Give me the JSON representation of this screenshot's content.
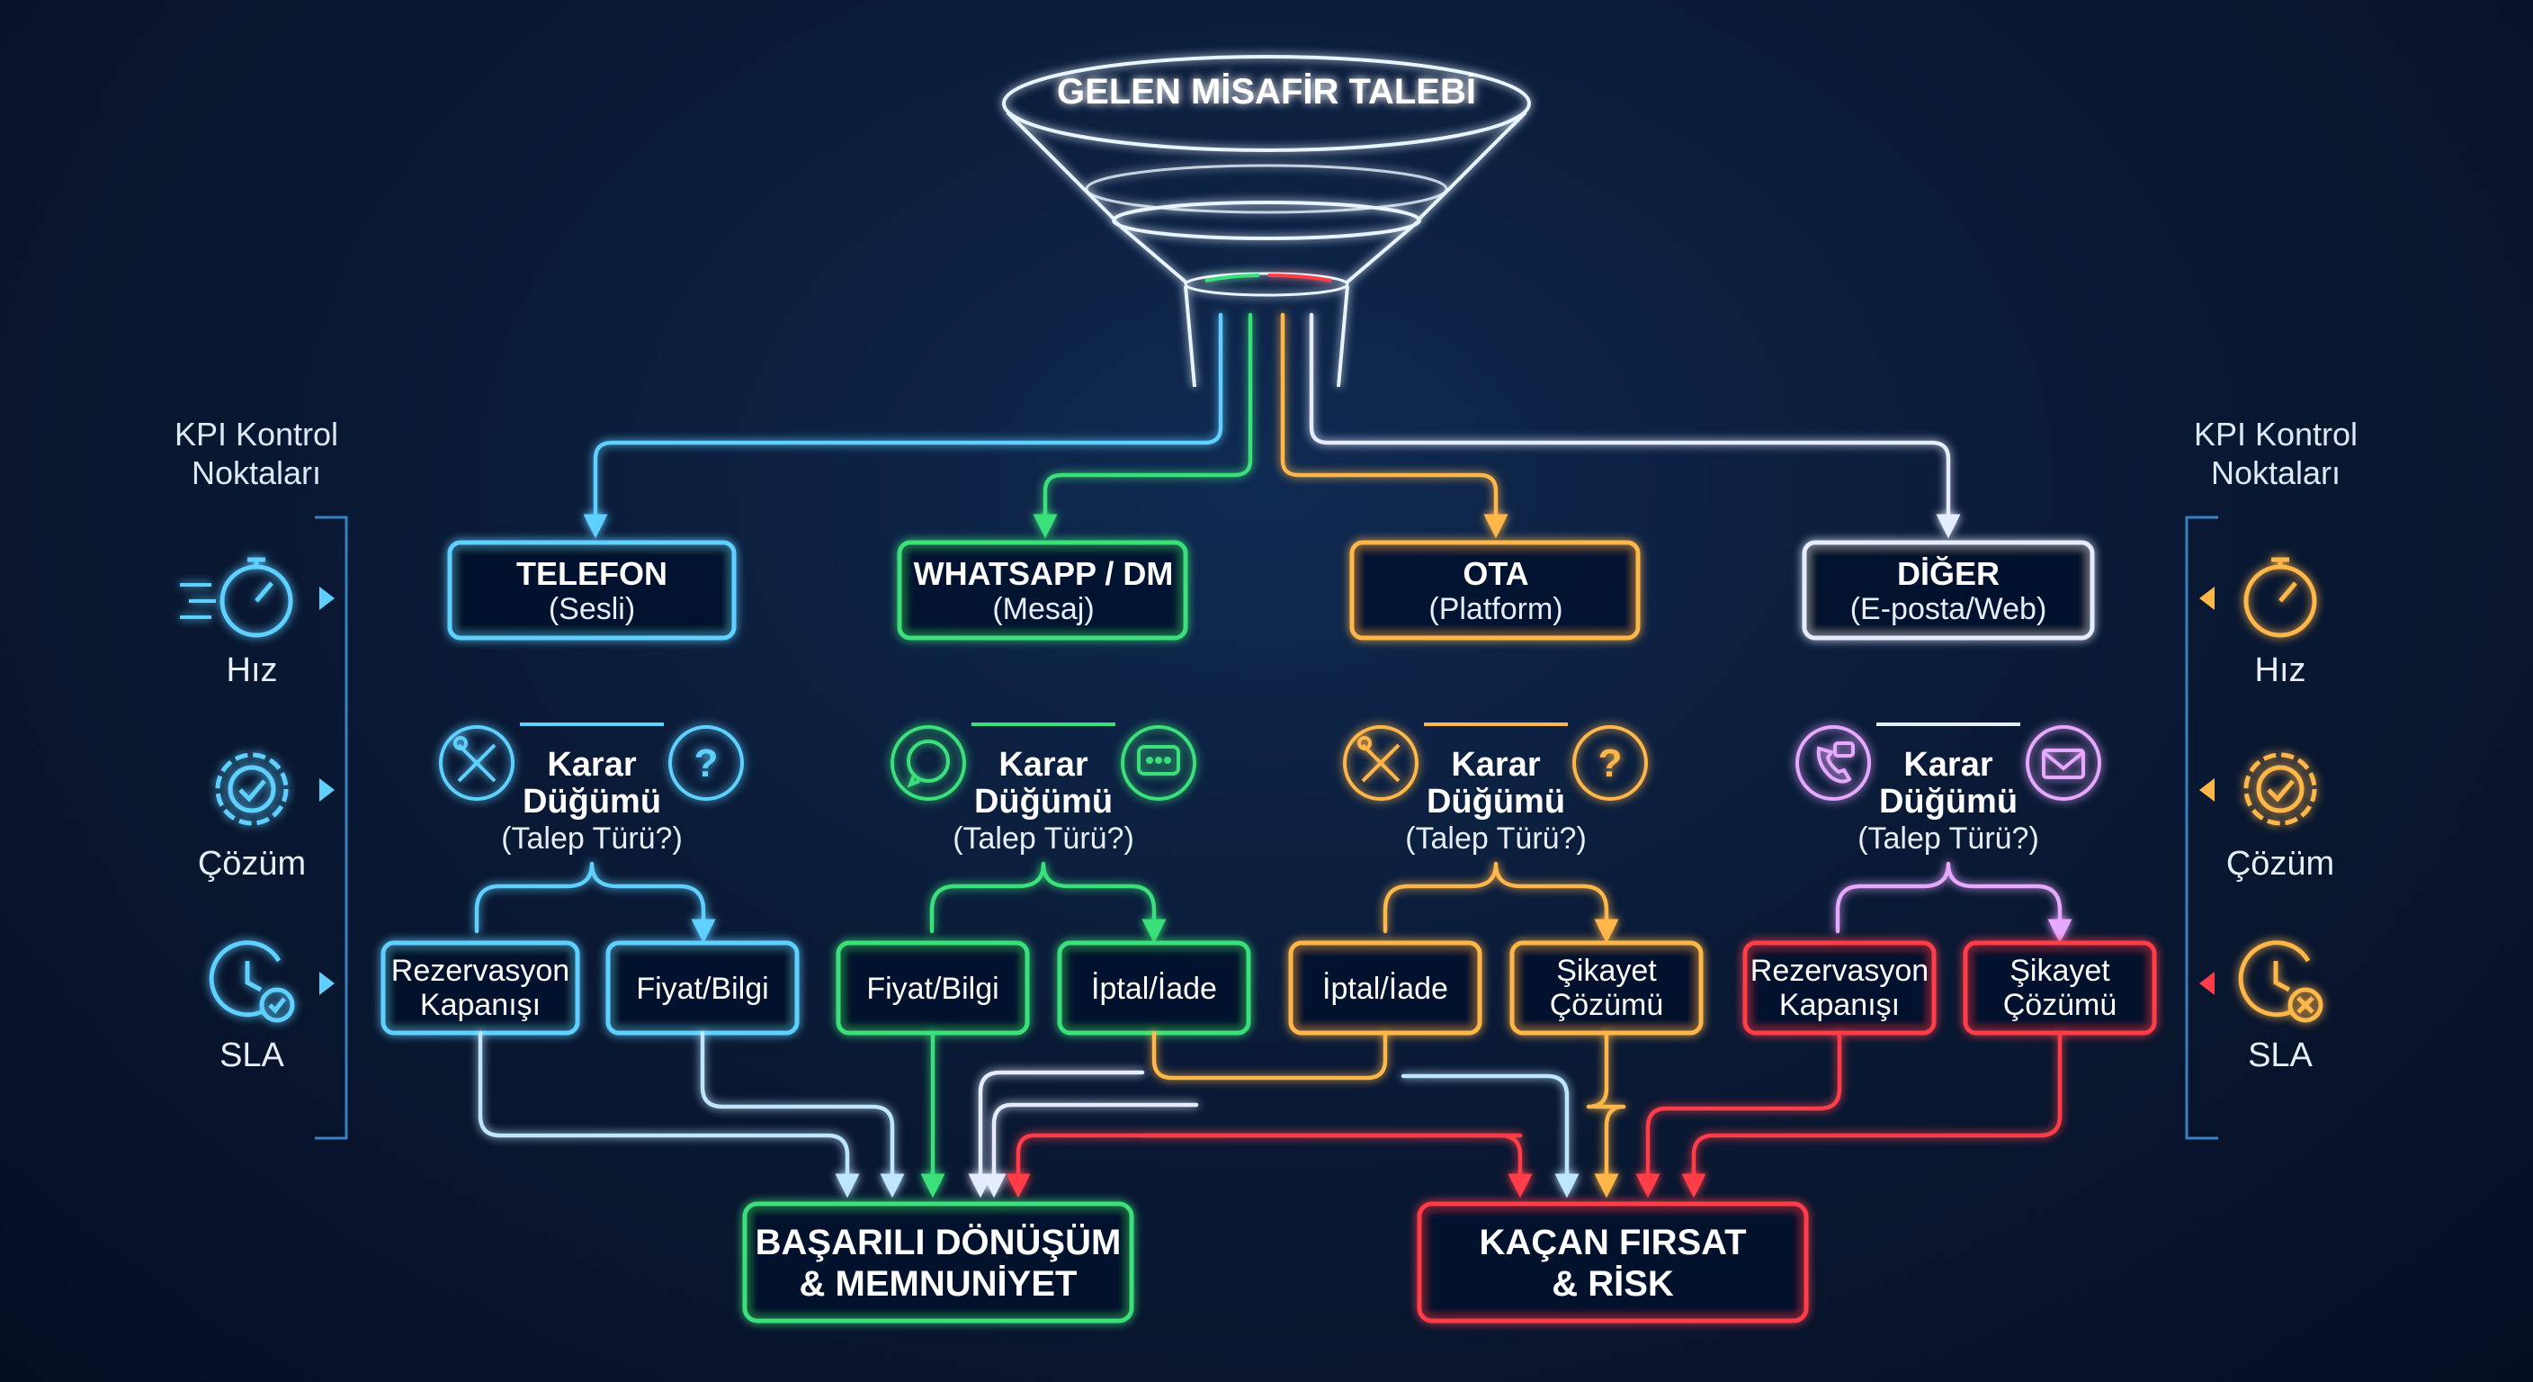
{
  "colors": {
    "blue": "#5fd0ff",
    "green": "#3be07a",
    "orange": "#ffb74a",
    "white": "#e6ecff",
    "pink": "#e7a8ff",
    "red": "#ff3d4a",
    "funnel": "#e8f4ff"
  },
  "funnel": {
    "title": "GELEN MİSAFİR TALEBİ",
    "icon": "funnel-icon"
  },
  "kpi": {
    "left_heading": [
      "KPI Kontrol",
      "Noktaları"
    ],
    "right_heading": [
      "KPI Kontrol",
      "Noktaları"
    ],
    "items": [
      {
        "label": "Hız",
        "icon": "stopwatch-icon"
      },
      {
        "label": "Çözüm",
        "icon": "gear-check-icon"
      },
      {
        "label": "SLA",
        "icon": "clock-check-icon"
      }
    ]
  },
  "channels": [
    {
      "name": "TELEFON",
      "sub": "(Sesli)",
      "decision": [
        "Karar",
        "Düğümü",
        "(Talep Türü?)"
      ],
      "icons": [
        "tools-icon",
        "question-icon"
      ],
      "leaves": [
        [
          "Rezervasyon",
          "Kapanışı"
        ],
        [
          "Fiyat/Bilgi"
        ]
      ]
    },
    {
      "name": "WHATSAPP / DM",
      "sub": "(Mesaj)",
      "decision": [
        "Karar",
        "Düğümü",
        "(Talep Türü?)"
      ],
      "icons": [
        "whatsapp-icon",
        "chat-bubble-icon"
      ],
      "leaves": [
        [
          "Fiyat/Bilgi"
        ],
        [
          "İptal/İade"
        ]
      ]
    },
    {
      "name": "OTA",
      "sub": "(Platform)",
      "decision": [
        "Karar",
        "Düğümü",
        "(Talep Türü?)"
      ],
      "icons": [
        "tools-icon",
        "question-icon"
      ],
      "leaves": [
        [
          "İptal/İade"
        ],
        [
          "Şikayet",
          "Çözümü"
        ]
      ]
    },
    {
      "name": "DİĞER",
      "sub": "(E-posta/Web)",
      "decision": [
        "Karar",
        "Düğümü",
        "(Talep Türü?)"
      ],
      "icons": [
        "phone-chat-icon",
        "envelope-icon"
      ],
      "leaves": [
        [
          "Rezervasyon",
          "Kapanışı"
        ],
        [
          "Şikayet",
          "Çözümü"
        ]
      ]
    }
  ],
  "outcomes": {
    "success": [
      "BAŞARILI DÖNÜŞÜM",
      "& MEMNUNİYET"
    ],
    "risk": [
      "KAÇAN FIRSAT",
      "& RİSK"
    ]
  }
}
